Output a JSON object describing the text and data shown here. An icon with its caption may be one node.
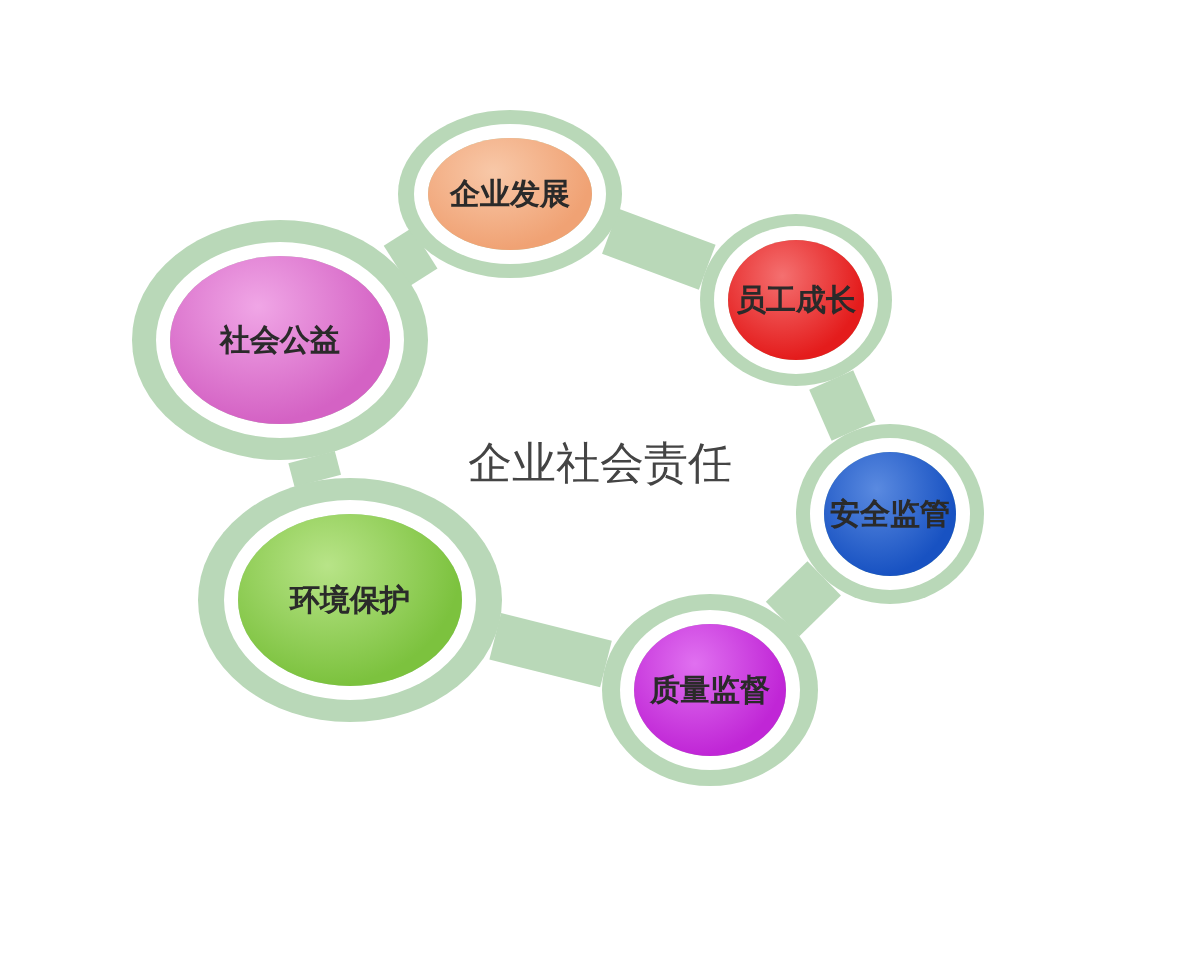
{
  "diagram": {
    "nodes": [
      {
        "text": [
          "企业发展"
        ]
      },
      {
        "text": [
          "员工成长"
        ]
      },
      {
        "text": [
          "安全监管"
        ]
      },
      {
        "text": [
          "质量监督"
        ]
      },
      {
        "text": [
          "环境保护"
        ]
      },
      {
        "text": [
          "社会公益"
        ]
      }
    ],
    "edges": [
      {
        "from": 0,
        "to": 1,
        "arrow": "none"
      },
      {
        "from": 1,
        "to": 2,
        "arrow": "none"
      },
      {
        "from": 2,
        "to": 3,
        "arrow": "none"
      },
      {
        "from": 3,
        "to": 4,
        "arrow": "none"
      },
      {
        "from": 4,
        "to": 5,
        "arrow": "none"
      },
      {
        "from": 5,
        "to": 0,
        "arrow": "none"
      }
    ],
    "labels": [
      "企业社会责任"
    ]
  }
}
